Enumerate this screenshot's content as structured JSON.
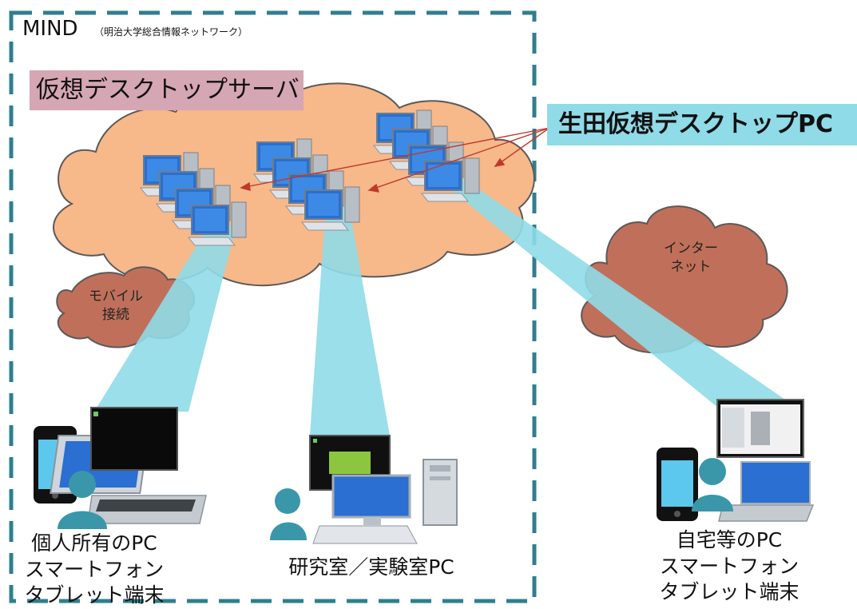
{
  "mind": {
    "title": "MIND",
    "subtitle": "（明治大学総合情報ネットワーク）"
  },
  "server_label": "仮想デスクトップサーバ",
  "virtual_pc_label": "生田仮想デスクトップPC",
  "clouds": {
    "mobile": [
      "モバイル",
      "接続"
    ],
    "internet": [
      "インター",
      "ネット"
    ]
  },
  "captions": {
    "personal": [
      "個人所有のPC",
      "スマートフォン",
      "タブレット端末"
    ],
    "lab": "研究室／実験室PC",
    "home": [
      "自宅等のPC",
      "スマートフォン",
      "タブレット端末"
    ]
  },
  "colors": {
    "border_dash": "#2f7f8f",
    "cloud_main": "#f7b88a",
    "cloud_small": "#c0705a",
    "beam": "#8fdbe7",
    "server_label_bg": "#d5a6b3",
    "pc_label_bg": "#8fdbe7",
    "person": "#3a97aa",
    "arrow": "#c0392b"
  },
  "icons": [
    "desktop-pc-icon",
    "laptop-icon",
    "smartphone-icon",
    "person-icon",
    "tower-pc-icon"
  ]
}
